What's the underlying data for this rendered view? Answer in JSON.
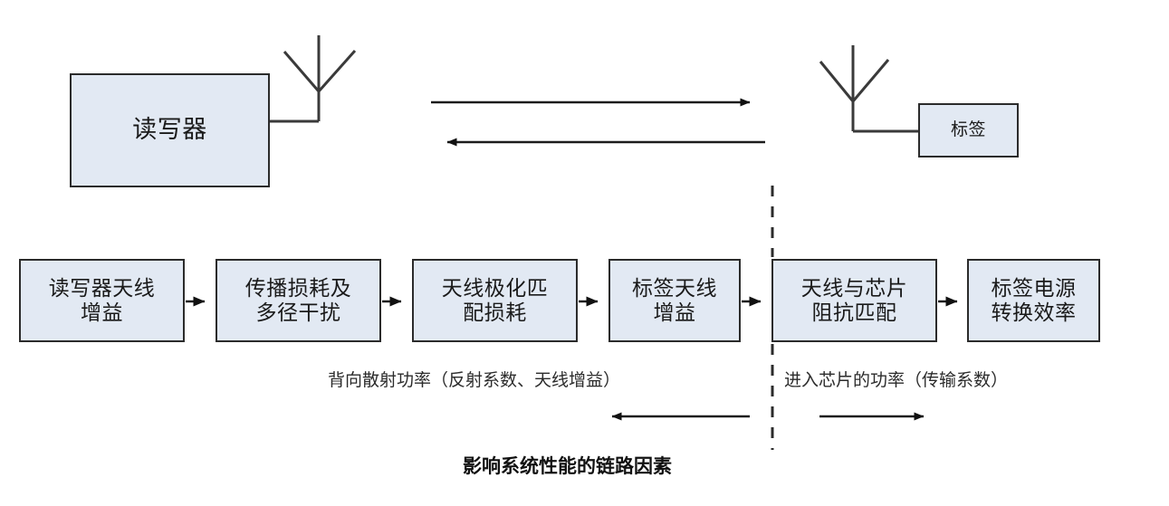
{
  "diagram": {
    "title": "影响系统性能的链路因素",
    "colors": {
      "box_fill": "#e2e9f3",
      "box_border": "#2b2b2b",
      "line": "#3a3a3a",
      "text": "#1a1a1a",
      "background": "#ffffff"
    },
    "devices": [
      {
        "id": "reader",
        "label": "读写器",
        "icon": "antenna-icon"
      },
      {
        "id": "tag",
        "label": "标签",
        "icon": "antenna-icon"
      }
    ],
    "link_arrows": [
      {
        "id": "forward-link",
        "direction": "right",
        "label": ""
      },
      {
        "id": "reverse-link",
        "direction": "left",
        "label": ""
      }
    ],
    "chain_boxes": [
      {
        "id": "reader-antenna-gain",
        "line1": "读写器天线",
        "line2": "增益"
      },
      {
        "id": "propagation-loss",
        "line1": "传播损耗及",
        "line2": "多径干扰"
      },
      {
        "id": "polarization-loss",
        "line1": "天线极化匹",
        "line2": "配损耗"
      },
      {
        "id": "tag-antenna-gain",
        "line1": "标签天线",
        "line2": "增益"
      },
      {
        "id": "impedance-match",
        "line1": "天线与芯片",
        "line2": "阻抗匹配"
      },
      {
        "id": "power-conversion",
        "line1": "标签电源",
        "line2": "转换效率"
      }
    ],
    "captions": [
      {
        "id": "backscatter-power",
        "text": "背向散射功率（反射系数、天线增益）"
      },
      {
        "id": "chip-input-power",
        "text": "进入芯片的功率（传输系数）"
      }
    ],
    "bottom_arrows": [
      {
        "id": "backscatter-arrow",
        "direction": "left"
      },
      {
        "id": "chip-power-arrow",
        "direction": "right"
      }
    ],
    "divider": {
      "id": "boundary-dashed-line",
      "style": "dashed",
      "orientation": "vertical"
    }
  }
}
